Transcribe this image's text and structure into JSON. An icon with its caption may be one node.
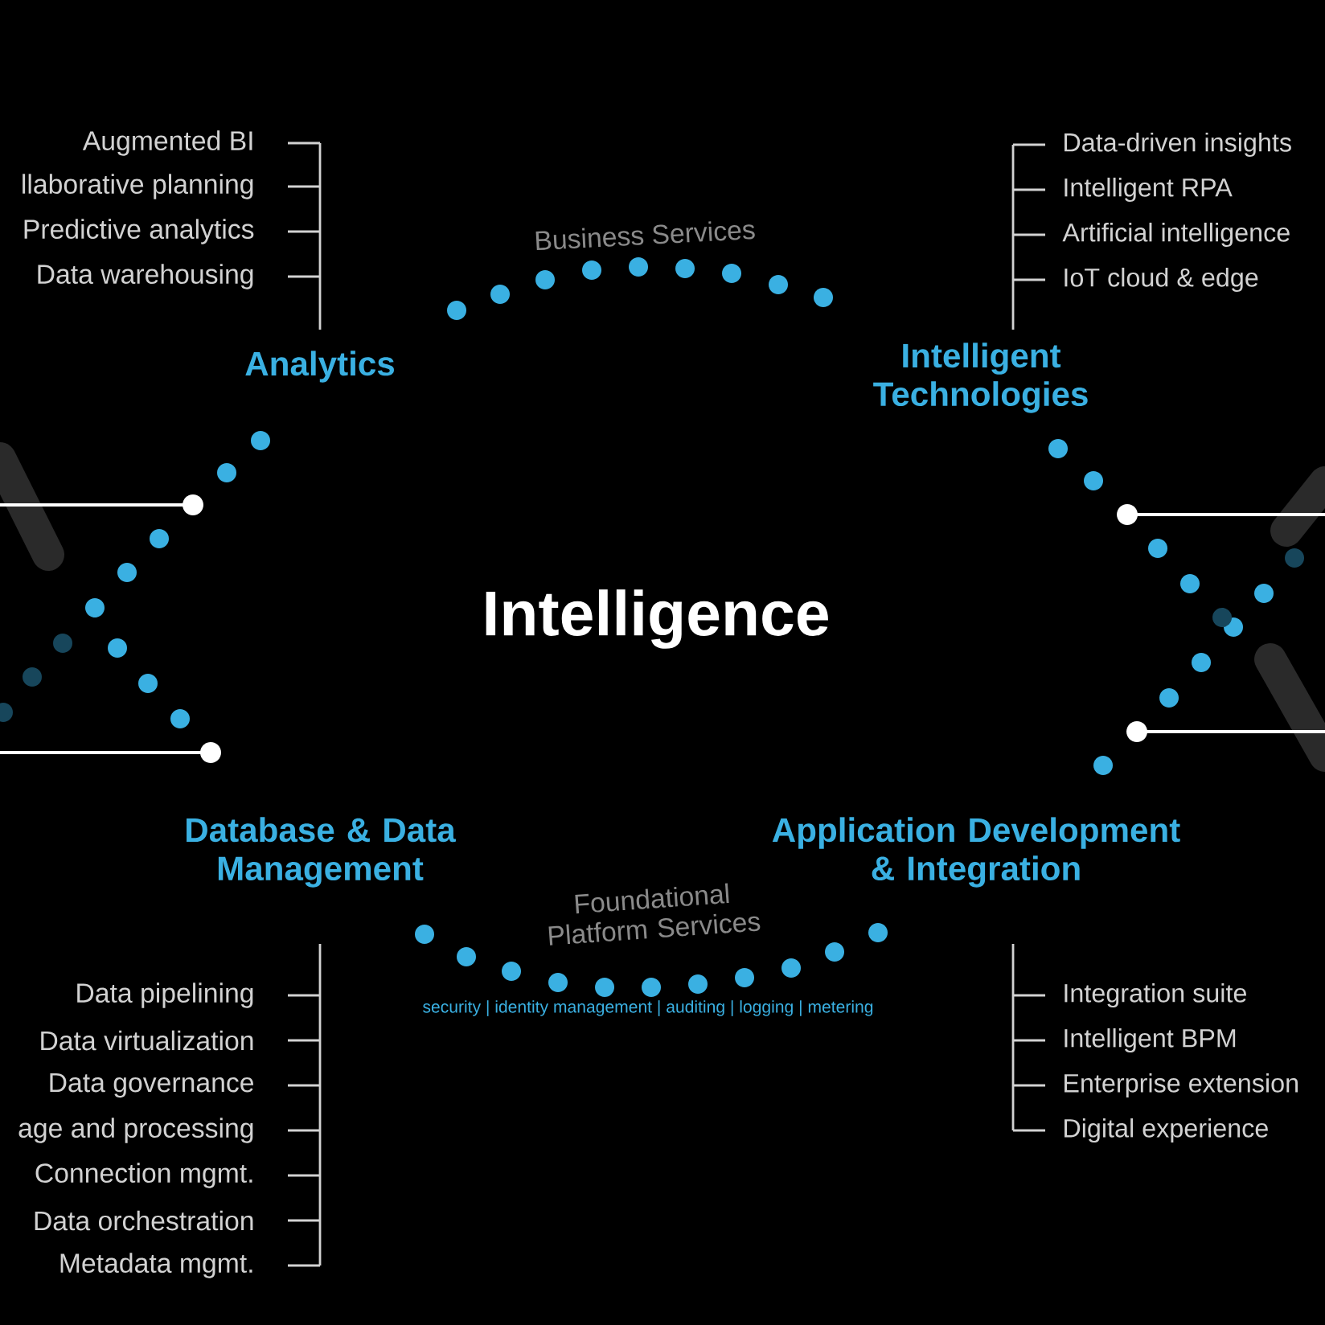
{
  "diagram": {
    "nodes": [
      {
        "text": [
          "Intelligence"
        ]
      },
      {
        "text": [
          "Analytics"
        ]
      },
      {
        "text": [
          "Intelligent Technologies"
        ]
      },
      {
        "text": [
          "Database & Data Management"
        ]
      },
      {
        "text": [
          "Application Development & Integration"
        ]
      }
    ],
    "labels": [
      "Augmented BI",
      "llaborative planning",
      "Predictive analytics",
      "Data warehousing",
      "Data-driven insights",
      "Intelligent RPA",
      "Artificial intelligence",
      "IoT cloud & edge",
      "Business Services",
      "Foundational Platform Services",
      "security | identity management | auditing | logging | metering",
      "Data pipelining",
      "Data virtualization",
      "Data governance",
      "age and processing",
      "Connection mgmt.",
      "Data orchestration",
      "Metadata mgmt.",
      "Integration suite",
      "Intelligent BPM",
      "Enterprise extension",
      "Digital experience"
    ]
  }
}
